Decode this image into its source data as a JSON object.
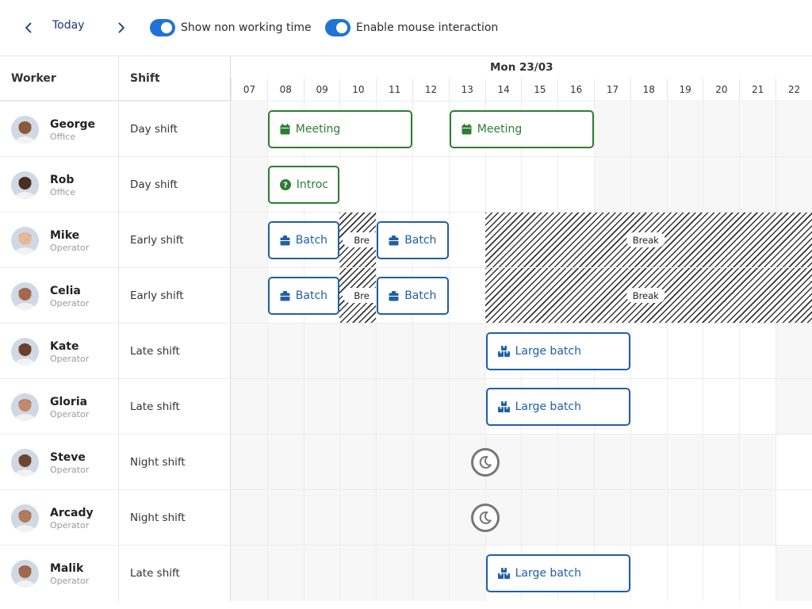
{
  "toolbar": {
    "today_label": "Today",
    "show_non_working_label": "Show non working time",
    "enable_mouse_label": "Enable mouse interaction",
    "show_non_working_on": true,
    "enable_mouse_on": true
  },
  "grid": {
    "worker_header": "Worker",
    "shift_header": "Shift",
    "date_label": "Mon 23/03",
    "hours": [
      "07",
      "08",
      "09",
      "10",
      "11",
      "12",
      "13",
      "14",
      "15",
      "16",
      "17",
      "18",
      "19",
      "20",
      "21",
      "22"
    ]
  },
  "rows": [
    {
      "name": "George",
      "role": "Office",
      "shift": "Day shift"
    },
    {
      "name": "Rob",
      "role": "Office",
      "shift": "Day shift"
    },
    {
      "name": "Mike",
      "role": "Operator",
      "shift": "Early shift"
    },
    {
      "name": "Celia",
      "role": "Operator",
      "shift": "Early shift"
    },
    {
      "name": "Kate",
      "role": "Operator",
      "shift": "Late shift"
    },
    {
      "name": "Gloria",
      "role": "Operator",
      "shift": "Late shift"
    },
    {
      "name": "Steve",
      "role": "Operator",
      "shift": "Night shift"
    },
    {
      "name": "Arcady",
      "role": "Operator",
      "shift": "Night shift"
    },
    {
      "name": "Malik",
      "role": "Operator",
      "shift": "Late shift"
    }
  ],
  "events": {
    "meeting": "Meeting",
    "intro": "Introc",
    "batch": "Batch",
    "break_short": "Bre",
    "break": "Break",
    "large_batch": "Large batch"
  },
  "colors": {
    "accent": "#1f73d6",
    "green_event": "#2e7d32",
    "blue_event": "#1f5fa8"
  }
}
